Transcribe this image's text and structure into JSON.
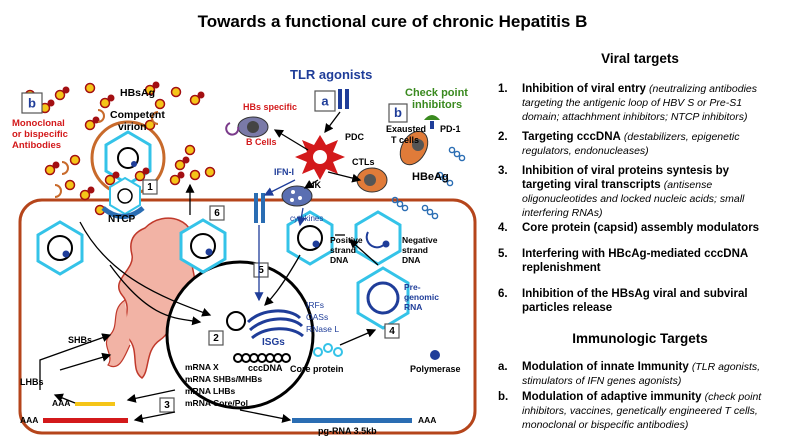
{
  "title": "Towards a functional cure of chronic Hepatitis B",
  "viral_targets": {
    "heading": "Viral targets",
    "items": [
      {
        "num": "1.",
        "head": "Inhibition of viral entry",
        "desc": "(neutralizing antibodies targeting the antigenic loop of HBV S or Pre-S1 domain; attachhment inhibitors; NTCP inhibitors)"
      },
      {
        "num": "2.",
        "head": "Targeting cccDNA",
        "desc": "(destabilizers, epigenetic regulators, endonucleases)"
      },
      {
        "num": "3.",
        "head": "Inhibition of viral proteins syntesis by targeting viral transcripts",
        "desc": "(antisense oligonucleotides and locked nucleic acids; small interfering RNAs)"
      },
      {
        "num": "4.",
        "head": "Core protein (capsid) assembly modulators",
        "desc": ""
      },
      {
        "num": "5.",
        "head": "Interfering with HBcAg-mediated cccDNA replenishment",
        "desc": ""
      },
      {
        "num": "6.",
        "head": "Inhibition of the HBsAg viral and subviral particles release",
        "desc": ""
      }
    ]
  },
  "immunologic_targets": {
    "heading": "Immunologic Targets",
    "items": [
      {
        "num": "a.",
        "head": "Modulation of innate Immunity",
        "desc": "(TLR agonists, stimulators of IFN genes agonists)"
      },
      {
        "num": "b.",
        "head": "Modulation of adaptive immunity",
        "desc": "(check point inhibitors, vaccines, genetically engineered T cells, monoclonal or bispecific  antibodies)"
      }
    ]
  },
  "diagram": {
    "hbsag": "HBsAg",
    "monoclonal": [
      "Monoclonal",
      "or bispecific",
      "Antibodies"
    ],
    "competent": [
      "Competent",
      "virion"
    ],
    "tlr": "TLR agonists",
    "checkpoint": [
      "Check point",
      "inhibitors"
    ],
    "hbs_specific": "HBs specific",
    "bcells": "B Cells",
    "pdc": "PDC",
    "exausted": [
      "Exausted",
      "T cells"
    ],
    "pd1": "PD-1",
    "ctls": "CTLs",
    "ifn": "IFN-I",
    "nk": "NK",
    "hbeag": "HBeAg",
    "ntcp": "NTCP",
    "cytokines": "cytokines",
    "positive": [
      "Positive",
      "strand",
      "DNA"
    ],
    "negative": [
      "Negative",
      "strand",
      "DNA"
    ],
    "pregenomic": [
      "Pre-",
      "genomic",
      "RNA"
    ],
    "irfs": [
      "IRFs",
      "OASs",
      "RNase L"
    ],
    "isgs": "ISGs",
    "cccdna": "cccDNA",
    "mrna": [
      "mRNA X",
      "mRNA SHBs/MHBs",
      "mRNA LHBs",
      "mRNA Core/Pol"
    ],
    "shbs": "SHBs",
    "lhbs": "LHBs",
    "aaa": "AAA",
    "core_protein": "Core protein",
    "polymerase": "Polymerase",
    "pgrna": "pg-RNA 3.5kb",
    "boxes": {
      "a": "a",
      "b": "b",
      "n1": "1",
      "n2": "2",
      "n3": "3",
      "n4": "4",
      "n5": "5",
      "n6": "6"
    },
    "colors": {
      "cell_border": "#b5451b",
      "red": "#d3191b",
      "blue": "#1f3d99",
      "cyan": "#34c3e8",
      "green": "#3a8a1f",
      "virion_ring": "#c86a2b",
      "er": "#f2b3a5",
      "yellow": "#f5c518",
      "dark_red": "#a30f12"
    }
  }
}
